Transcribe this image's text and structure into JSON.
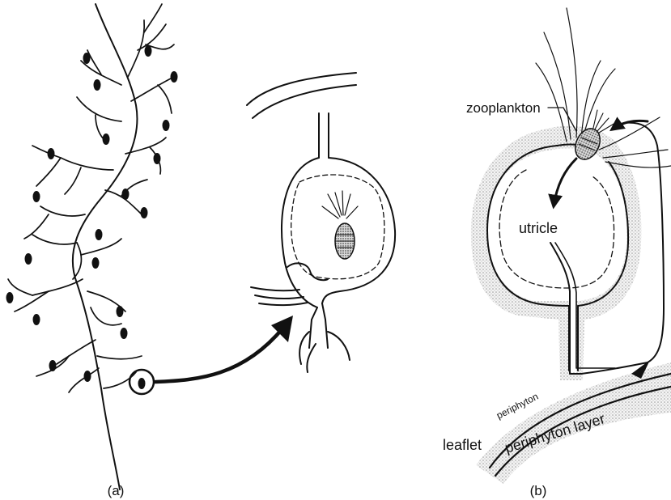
{
  "figure": {
    "panel_a_label": "(a)",
    "panel_b_label": "(b)"
  },
  "panel_b": {
    "zooplankton_label": "zooplankton",
    "utricle_label": "utricle",
    "periphyton_label": "periphyton",
    "periphyton_layer_label": "periphyton layer",
    "leaflet_label": "leaflet"
  },
  "colors": {
    "ink": "#111111",
    "stipple": "#bdbdbd"
  }
}
